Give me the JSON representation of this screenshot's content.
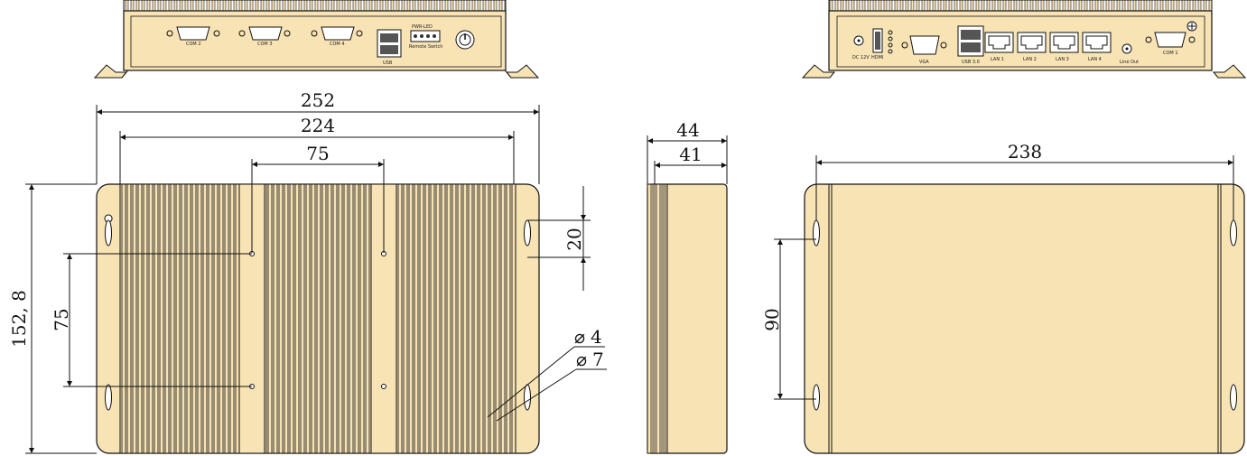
{
  "front_panel": {
    "ports": [
      "COM 2",
      "COM 3",
      "COM 4",
      "USB"
    ],
    "terminal_top": "PWR-LED",
    "terminal_bottom": "Remote Switch"
  },
  "rear_panel": {
    "ports": [
      "DC 12V",
      "HDMI",
      "VGA",
      "USB 3.0",
      "LAN 1",
      "LAN 2",
      "LAN 3",
      "LAN 4",
      "Line Out",
      "COM 1"
    ]
  },
  "dimensions": {
    "overall_width": "252",
    "mount_width": "224",
    "hole_spacing_x": "75",
    "overall_depth": "152, 8",
    "hole_spacing_y": "75",
    "slot_height": "20",
    "hole_small": "4",
    "hole_large": "7",
    "side_total": "44",
    "side_body": "41",
    "bottom_width": "238",
    "bottom_slot_spacing": "90"
  },
  "symbols": {
    "diameter": "⌀"
  }
}
